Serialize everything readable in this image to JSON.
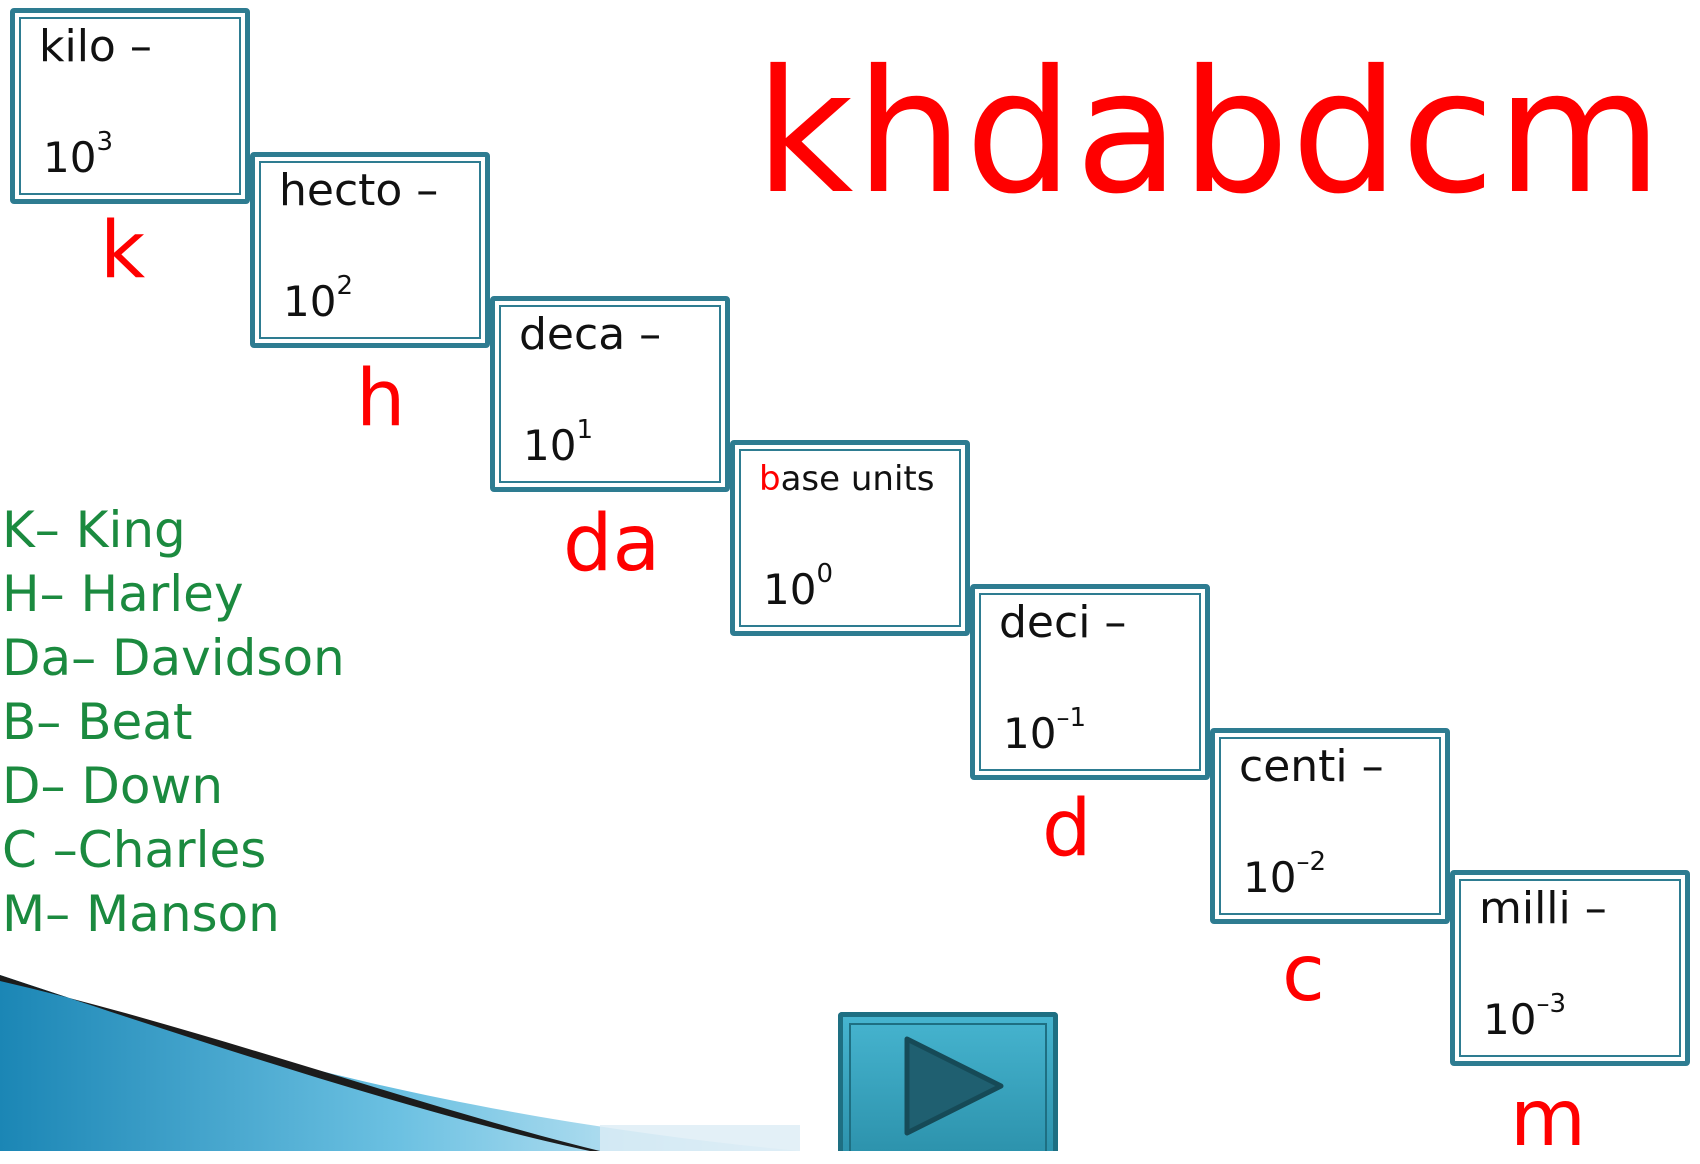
{
  "title_word": "khdabdcm",
  "prefixes": [
    {
      "name": "kilo –",
      "base": "10",
      "exp": "3",
      "letter": "k"
    },
    {
      "name": "hecto –",
      "base": "10",
      "exp": "2",
      "letter": "h"
    },
    {
      "name": "deca –",
      "base": "10",
      "exp": "1",
      "letter": "da"
    },
    {
      "name_highlight": "b",
      "name_rest": "ase units",
      "base": "10",
      "exp": "0"
    },
    {
      "name": "deci –",
      "base": "10",
      "exp": "–1",
      "letter": "d"
    },
    {
      "name": "centi –",
      "base": "10",
      "exp": "–2",
      "letter": "c"
    },
    {
      "name": "milli –",
      "base": "10",
      "exp": "–3",
      "letter": "m"
    }
  ],
  "mnemonic": [
    "K– King",
    "H– Harley",
    "Da– Davidson",
    "B– Beat",
    "D– Down",
    "C –Charles",
    "M– Manson"
  ],
  "nav_button": {
    "icon": "play-triangle-icon"
  },
  "colors": {
    "accent_red": "#ff0000",
    "mnemonic_green": "#1b8a3f",
    "box_teal": "#2e7c91"
  }
}
